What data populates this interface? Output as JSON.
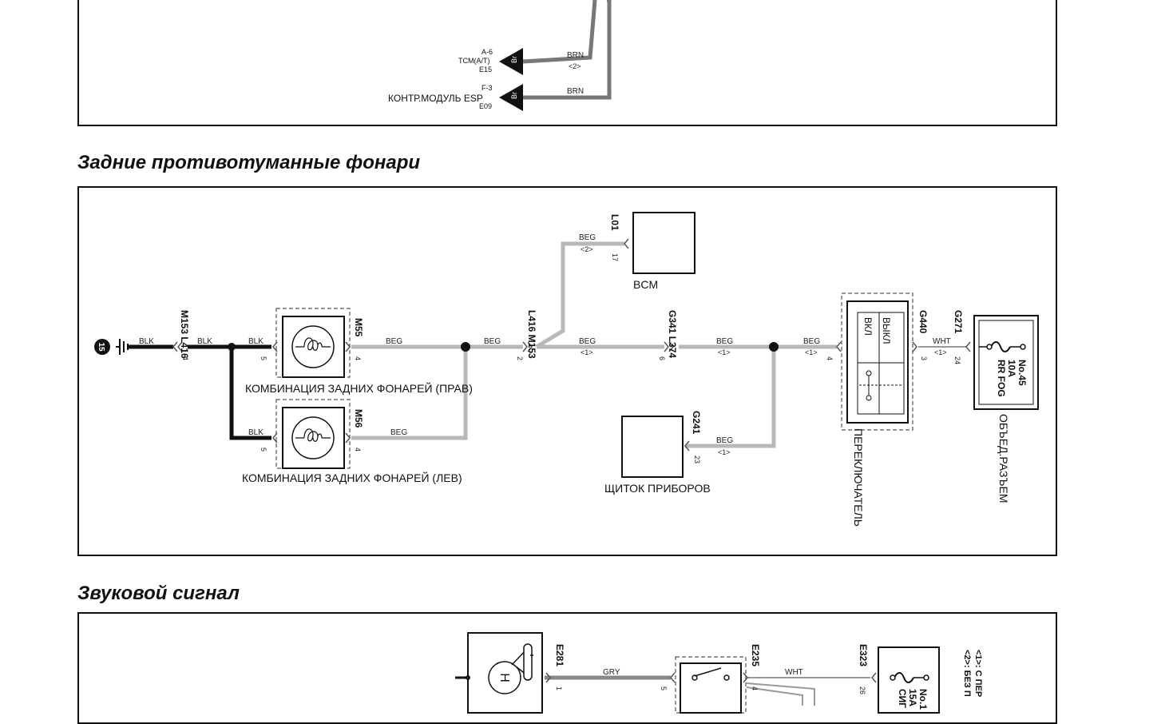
{
  "sections": [
    {
      "title": ""
    },
    {
      "title": "Задние противотуманные фонари"
    },
    {
      "title": "Звуковой сигнал"
    }
  ],
  "top_diagram": {
    "tcm": {
      "ref": "A-6",
      "name": "TCM(A/T)",
      "connector": "E15",
      "wire": "BRN",
      "option": "<2>"
    },
    "esp": {
      "ref": "F-3",
      "name": "КОНТР.МОДУЛЬ ESP",
      "connector": "E09",
      "wire": "BRN"
    },
    "arrow_glyph": "Br"
  },
  "fog_diagram": {
    "ground_id": "15",
    "wires": {
      "blk": "BLK",
      "beg": "BEG",
      "wht": "WHT"
    },
    "options": {
      "o1": "<1>",
      "o2": "<2>"
    },
    "connectors": {
      "m153_l416": "M153 L416",
      "m55": "M55",
      "m56": "M56",
      "l416_m153": "L416 M153",
      "l01": "L01",
      "g341_l374": "G341 L374",
      "g241": "G241",
      "g440": "G440",
      "g271": "G271"
    },
    "pins": {
      "p4": "4",
      "p5": "5",
      "p2": "2",
      "p6": "6",
      "p17": "17",
      "p23": "23",
      "p3": "3",
      "p24": "24"
    },
    "labels": {
      "bcm": "BCM",
      "lamp_right": "КОМБИНАЦИЯ ЗАДНИХ ФОНАРЕЙ (ПРАВ)",
      "lamp_left": "КОМБИНАЦИЯ ЗАДНИХ ФОНАРЕЙ (ЛЕВ)",
      "cluster": "ЩИТОК ПРИБОРОВ",
      "switch": "ПЕРЕКЛЮЧАТЕЛЬ",
      "switch_off": "ВЫКЛ",
      "switch_on": "ВКЛ",
      "joint": "ОБЪЕД.РАЗЪЕМ",
      "fuse_no": "No.45",
      "fuse_amp": "10A",
      "fuse_name": "RR FOG"
    }
  },
  "horn_diagram": {
    "wires": {
      "gry": "GRY",
      "wht": "WHT"
    },
    "connectors": {
      "e281": "E281",
      "e235": "E235",
      "e323": "E323"
    },
    "pins": {
      "p1": "1",
      "p5": "5",
      "p4": "4",
      "p26": "26"
    },
    "fuse": {
      "no": "No.1",
      "amp": "15A",
      "name": "СИГ"
    },
    "horn_glyph": "H",
    "notes": [
      "<1>: С ПЕР",
      "<2>: БЕЗ П"
    ]
  }
}
